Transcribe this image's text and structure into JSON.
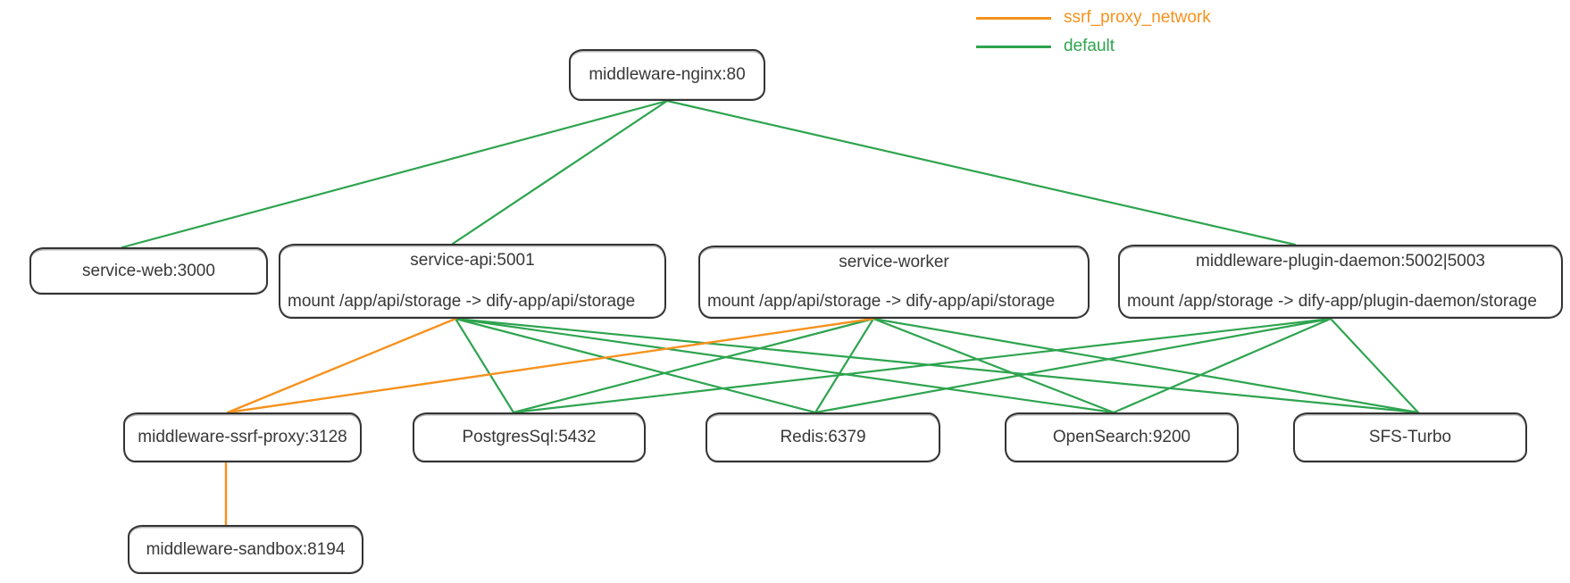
{
  "diagram": {
    "background": "#ffffff",
    "colors": {
      "ssrf_proxy_network": "#f6921e",
      "default": "#2ea44f",
      "node_border": "#333333",
      "node_text": "#383838"
    },
    "legend": {
      "items": [
        {
          "label": "ssrf_proxy_network",
          "color": "#f6921e"
        },
        {
          "label": "default",
          "color": "#2ea44f"
        }
      ]
    },
    "nodes": [
      {
        "id": "middleware-nginx",
        "label": "middleware-nginx:80"
      },
      {
        "id": "service-web",
        "label": "service-web:3000"
      },
      {
        "id": "service-api",
        "label": "service-api:5001",
        "sublabel": "mount /app/api/storage -> dify-app/api/storage"
      },
      {
        "id": "service-worker",
        "label": "service-worker",
        "sublabel": "mount /app/api/storage -> dify-app/api/storage"
      },
      {
        "id": "middleware-plugin-daemon",
        "label": "middleware-plugin-daemon:5002|5003",
        "sublabel": "mount /app/storage -> dify-app/plugin-daemon/storage"
      },
      {
        "id": "middleware-ssrf-proxy",
        "label": "middleware-ssrf-proxy:3128"
      },
      {
        "id": "postgressql",
        "label": "PostgresSql:5432"
      },
      {
        "id": "redis",
        "label": "Redis:6379"
      },
      {
        "id": "opensearch",
        "label": "OpenSearch:9200"
      },
      {
        "id": "sfs-turbo",
        "label": "SFS-Turbo"
      },
      {
        "id": "middleware-sandbox",
        "label": "middleware-sandbox:8194"
      }
    ],
    "edges": [
      {
        "from": "middleware-nginx",
        "to": "service-web",
        "network": "default"
      },
      {
        "from": "middleware-nginx",
        "to": "service-api",
        "network": "default"
      },
      {
        "from": "middleware-nginx",
        "to": "middleware-plugin-daemon",
        "network": "default"
      },
      {
        "from": "service-api",
        "to": "middleware-ssrf-proxy",
        "network": "ssrf_proxy_network"
      },
      {
        "from": "service-api",
        "to": "postgressql",
        "network": "default"
      },
      {
        "from": "service-api",
        "to": "redis",
        "network": "default"
      },
      {
        "from": "service-api",
        "to": "opensearch",
        "network": "default"
      },
      {
        "from": "service-api",
        "to": "sfs-turbo",
        "network": "default"
      },
      {
        "from": "service-worker",
        "to": "middleware-ssrf-proxy",
        "network": "ssrf_proxy_network"
      },
      {
        "from": "service-worker",
        "to": "postgressql",
        "network": "default"
      },
      {
        "from": "service-worker",
        "to": "redis",
        "network": "default"
      },
      {
        "from": "service-worker",
        "to": "opensearch",
        "network": "default"
      },
      {
        "from": "service-worker",
        "to": "sfs-turbo",
        "network": "default"
      },
      {
        "from": "middleware-plugin-daemon",
        "to": "postgressql",
        "network": "default"
      },
      {
        "from": "middleware-plugin-daemon",
        "to": "redis",
        "network": "default"
      },
      {
        "from": "middleware-plugin-daemon",
        "to": "opensearch",
        "network": "default"
      },
      {
        "from": "middleware-plugin-daemon",
        "to": "sfs-turbo",
        "network": "default"
      },
      {
        "from": "middleware-ssrf-proxy",
        "to": "middleware-sandbox",
        "network": "ssrf_proxy_network"
      }
    ]
  }
}
